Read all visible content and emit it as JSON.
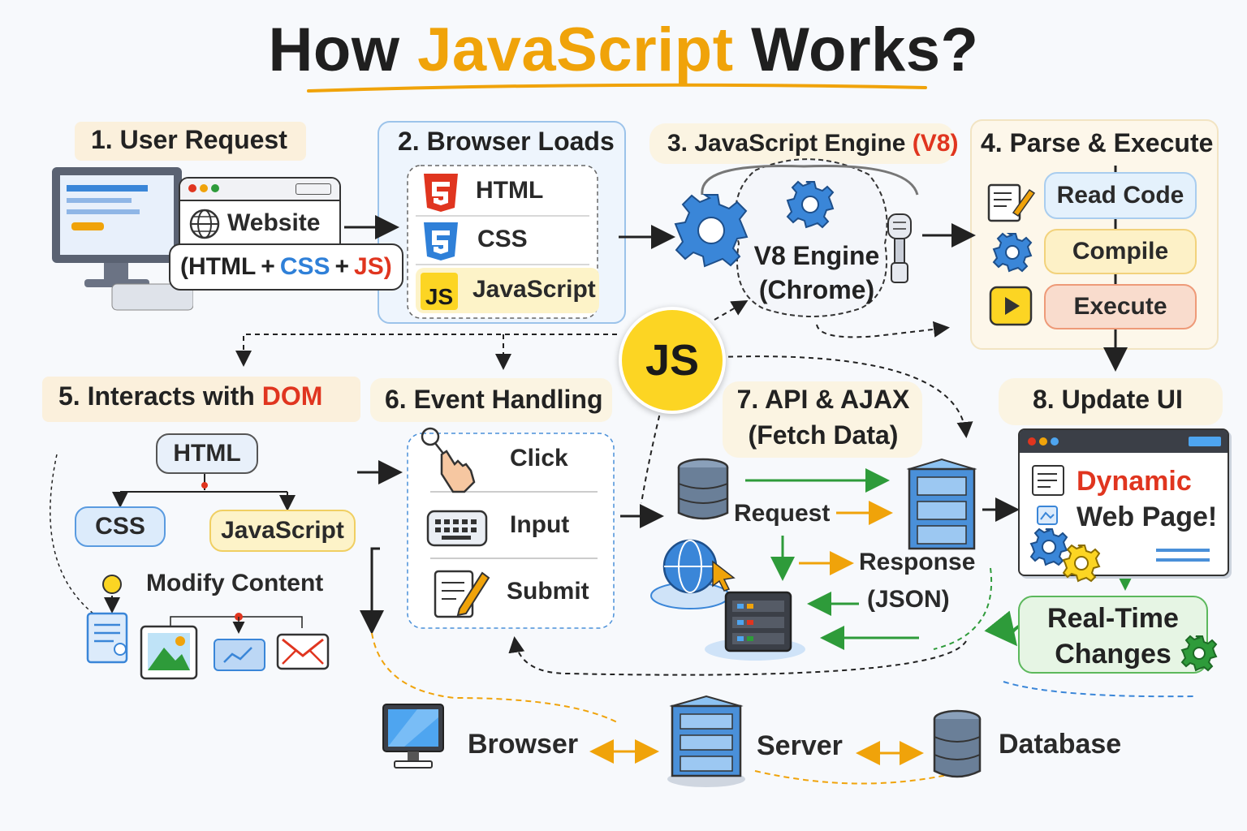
{
  "title": {
    "prefix": "How",
    "highlight": "JavaScript",
    "suffix": "Works?"
  },
  "center_badge": "JS",
  "step1": {
    "title": "1. User Request",
    "site_label": "Website",
    "stack_html": "(HTML",
    "stack_css": "CSS",
    "stack_js": "JS)",
    "plus": "+"
  },
  "step2": {
    "title": "2. Browser Loads",
    "items": [
      "HTML",
      "CSS",
      "JavaScript"
    ],
    "js_icon_text": "JS"
  },
  "step3": {
    "title_main": "3. JavaScript Engine",
    "title_highlight": "(V8)",
    "engine_line1": "V8 Engine",
    "engine_line2": "(Chrome)"
  },
  "step4": {
    "title": "4. Parse & Execute",
    "items": [
      "Read Code",
      "Compile",
      "Execute"
    ]
  },
  "step5": {
    "title_main": "5. Interacts with",
    "title_highlight": "DOM",
    "nodes": {
      "root": "HTML",
      "left": "CSS",
      "right": "JavaScript"
    },
    "modify": "Modify Content"
  },
  "step6": {
    "title": "6. Event Handling",
    "items": [
      "Click",
      "Input",
      "Submit"
    ]
  },
  "step7": {
    "title_line1": "7. API & AJAX",
    "title_line2": "(Fetch Data)",
    "request": "Request",
    "response_line1": "Response",
    "response_line2": "(JSON)"
  },
  "step8": {
    "title": "8. Update UI",
    "page_line1": "Dynamic",
    "page_line2": "Web Page!",
    "realtime_line1": "Real-Time",
    "realtime_line2": "Changes"
  },
  "bottom": {
    "items": [
      "Browser",
      "Server",
      "Database"
    ]
  },
  "colors": {
    "accent": "#f0a30a",
    "red": "#e0351f",
    "blue": "#2f80d8",
    "yellow": "#fcd523",
    "green": "#2e9b3a"
  }
}
